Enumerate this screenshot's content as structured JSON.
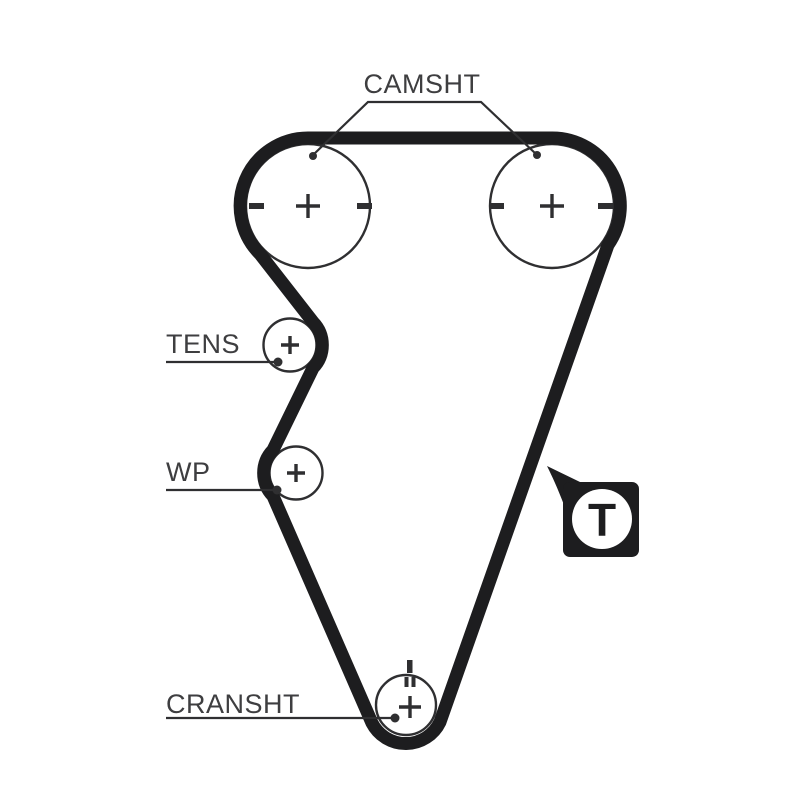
{
  "labels": {
    "camshaft": "CAMSHT",
    "tensioner": "TENS",
    "water_pump": "WP",
    "crankshaft": "CRANSHT"
  },
  "t_icon": {
    "letter": "T"
  },
  "colors": {
    "background": "#ffffff",
    "belt": "#1d1d1f",
    "line": "#2f2f31",
    "text": "#3e3e40"
  },
  "pulleys": [
    {
      "name": "camshaft-left",
      "marks": [
        "plus-center",
        "dash-left",
        "dash-right"
      ]
    },
    {
      "name": "camshaft-right",
      "marks": [
        "plus-center",
        "dash-left",
        "dash-right"
      ]
    },
    {
      "name": "tensioner",
      "marks": [
        "plus-center"
      ]
    },
    {
      "name": "water-pump",
      "marks": [
        "plus-center"
      ]
    },
    {
      "name": "crankshaft",
      "marks": [
        "plus-center",
        "alignment-dash-above",
        "alignment-double-dash-inside"
      ]
    }
  ]
}
